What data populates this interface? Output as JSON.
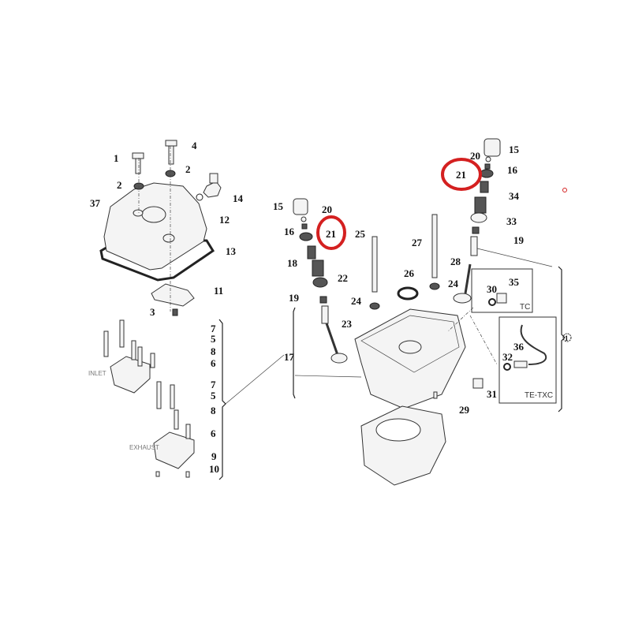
{
  "diagram": {
    "title": "Cylinder head exploded parts diagram",
    "highlight_color": "#d42020",
    "labels": [
      "1",
      "2",
      "4",
      "2",
      "37",
      "14",
      "12",
      "13",
      "11",
      "3",
      "7",
      "5",
      "8",
      "6",
      "7",
      "5",
      "8",
      "6",
      "9",
      "10",
      "INLET",
      "EXHAUST",
      "15",
      "20",
      "16",
      "21",
      "18",
      "22",
      "19",
      "23",
      "17",
      "25",
      "26",
      "24",
      "27",
      "24",
      "28",
      "15",
      "20",
      "16",
      "21",
      "34",
      "33",
      "19",
      "30",
      "35",
      "TC",
      "36",
      "32",
      "TE-TXC",
      "31",
      "29",
      "1"
    ]
  }
}
